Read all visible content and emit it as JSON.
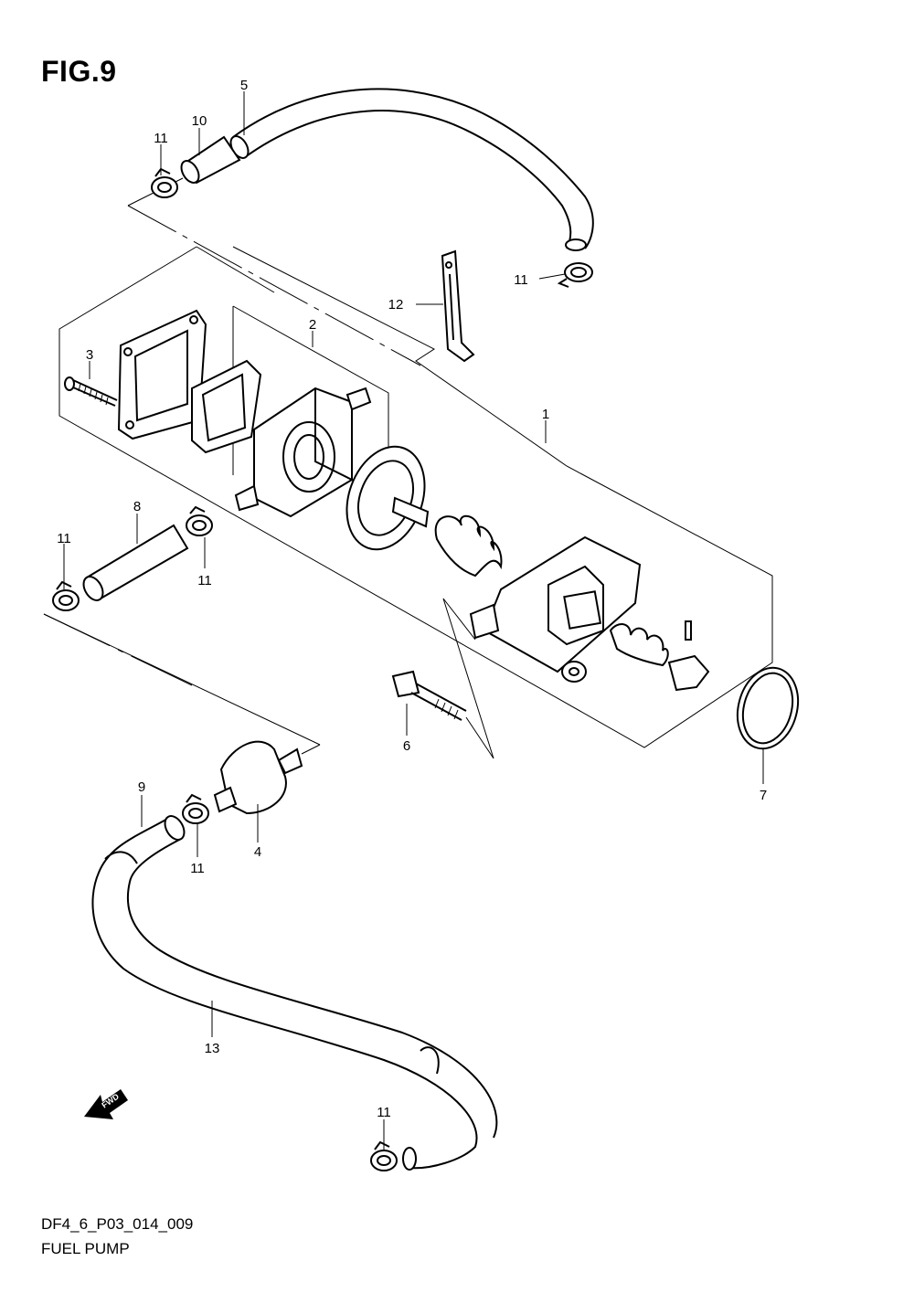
{
  "figure": {
    "title": "FIG.9",
    "code": "DF4_6_P03_014_009",
    "caption": "FUEL PUMP",
    "fwd_text": "FWD"
  },
  "callouts": [
    {
      "id": "c1",
      "label": "1"
    },
    {
      "id": "c2",
      "label": "2"
    },
    {
      "id": "c3",
      "label": "3"
    },
    {
      "id": "c4",
      "label": "4"
    },
    {
      "id": "c5",
      "label": "5"
    },
    {
      "id": "c6",
      "label": "6"
    },
    {
      "id": "c7",
      "label": "7"
    },
    {
      "id": "c8",
      "label": "8"
    },
    {
      "id": "c9",
      "label": "9"
    },
    {
      "id": "c10",
      "label": "10"
    },
    {
      "id": "c11a",
      "label": "11"
    },
    {
      "id": "c11b",
      "label": "11"
    },
    {
      "id": "c11c",
      "label": "11"
    },
    {
      "id": "c11d",
      "label": "11"
    },
    {
      "id": "c11e",
      "label": "11"
    },
    {
      "id": "c11f",
      "label": "11"
    },
    {
      "id": "c12",
      "label": "12"
    },
    {
      "id": "c13",
      "label": "13"
    }
  ]
}
